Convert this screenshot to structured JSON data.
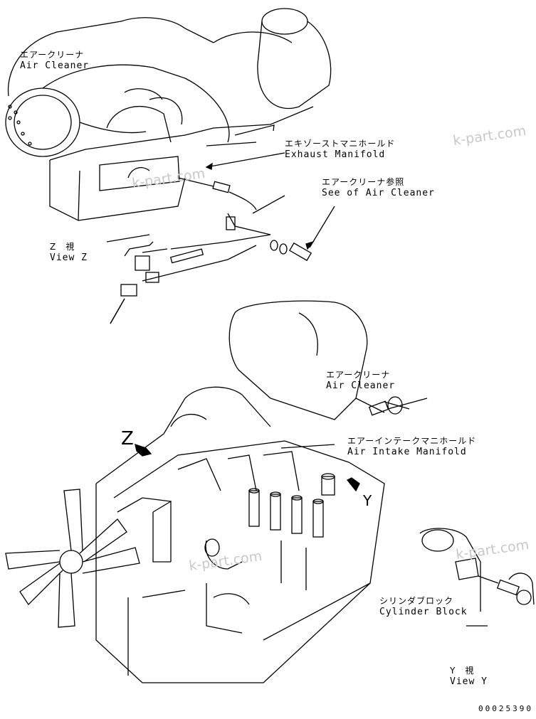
{
  "labels": {
    "air_cleaner_top": {
      "jp": "エアークリーナ",
      "en": "Air Cleaner"
    },
    "exhaust_manifold": {
      "jp": "エキゾーストマニホールド",
      "en": "Exhaust Manifold"
    },
    "see_air_cleaner": {
      "jp": "エアークリーナ参照",
      "en": "See of Air Cleaner"
    },
    "view_z": {
      "jp": "Z　視",
      "en": "View Z"
    },
    "air_cleaner_bottom": {
      "jp": "エアークリーナ",
      "en": "Air Cleaner"
    },
    "air_intake_manifold": {
      "jp": "エアーインテークマニホールド",
      "en": "Air Intake Manifold"
    },
    "z_arrow": "Z",
    "cylinder_block": {
      "jp": "シリンダブロック",
      "en": "Cylinder Block"
    },
    "view_y": {
      "jp": "Y　視",
      "en": "View Y"
    },
    "y_arrow": "Y",
    "serial": "00025390"
  },
  "watermarks": [
    "k-part.com",
    "k-part.com",
    "k-part.com",
    "k-part.com"
  ]
}
